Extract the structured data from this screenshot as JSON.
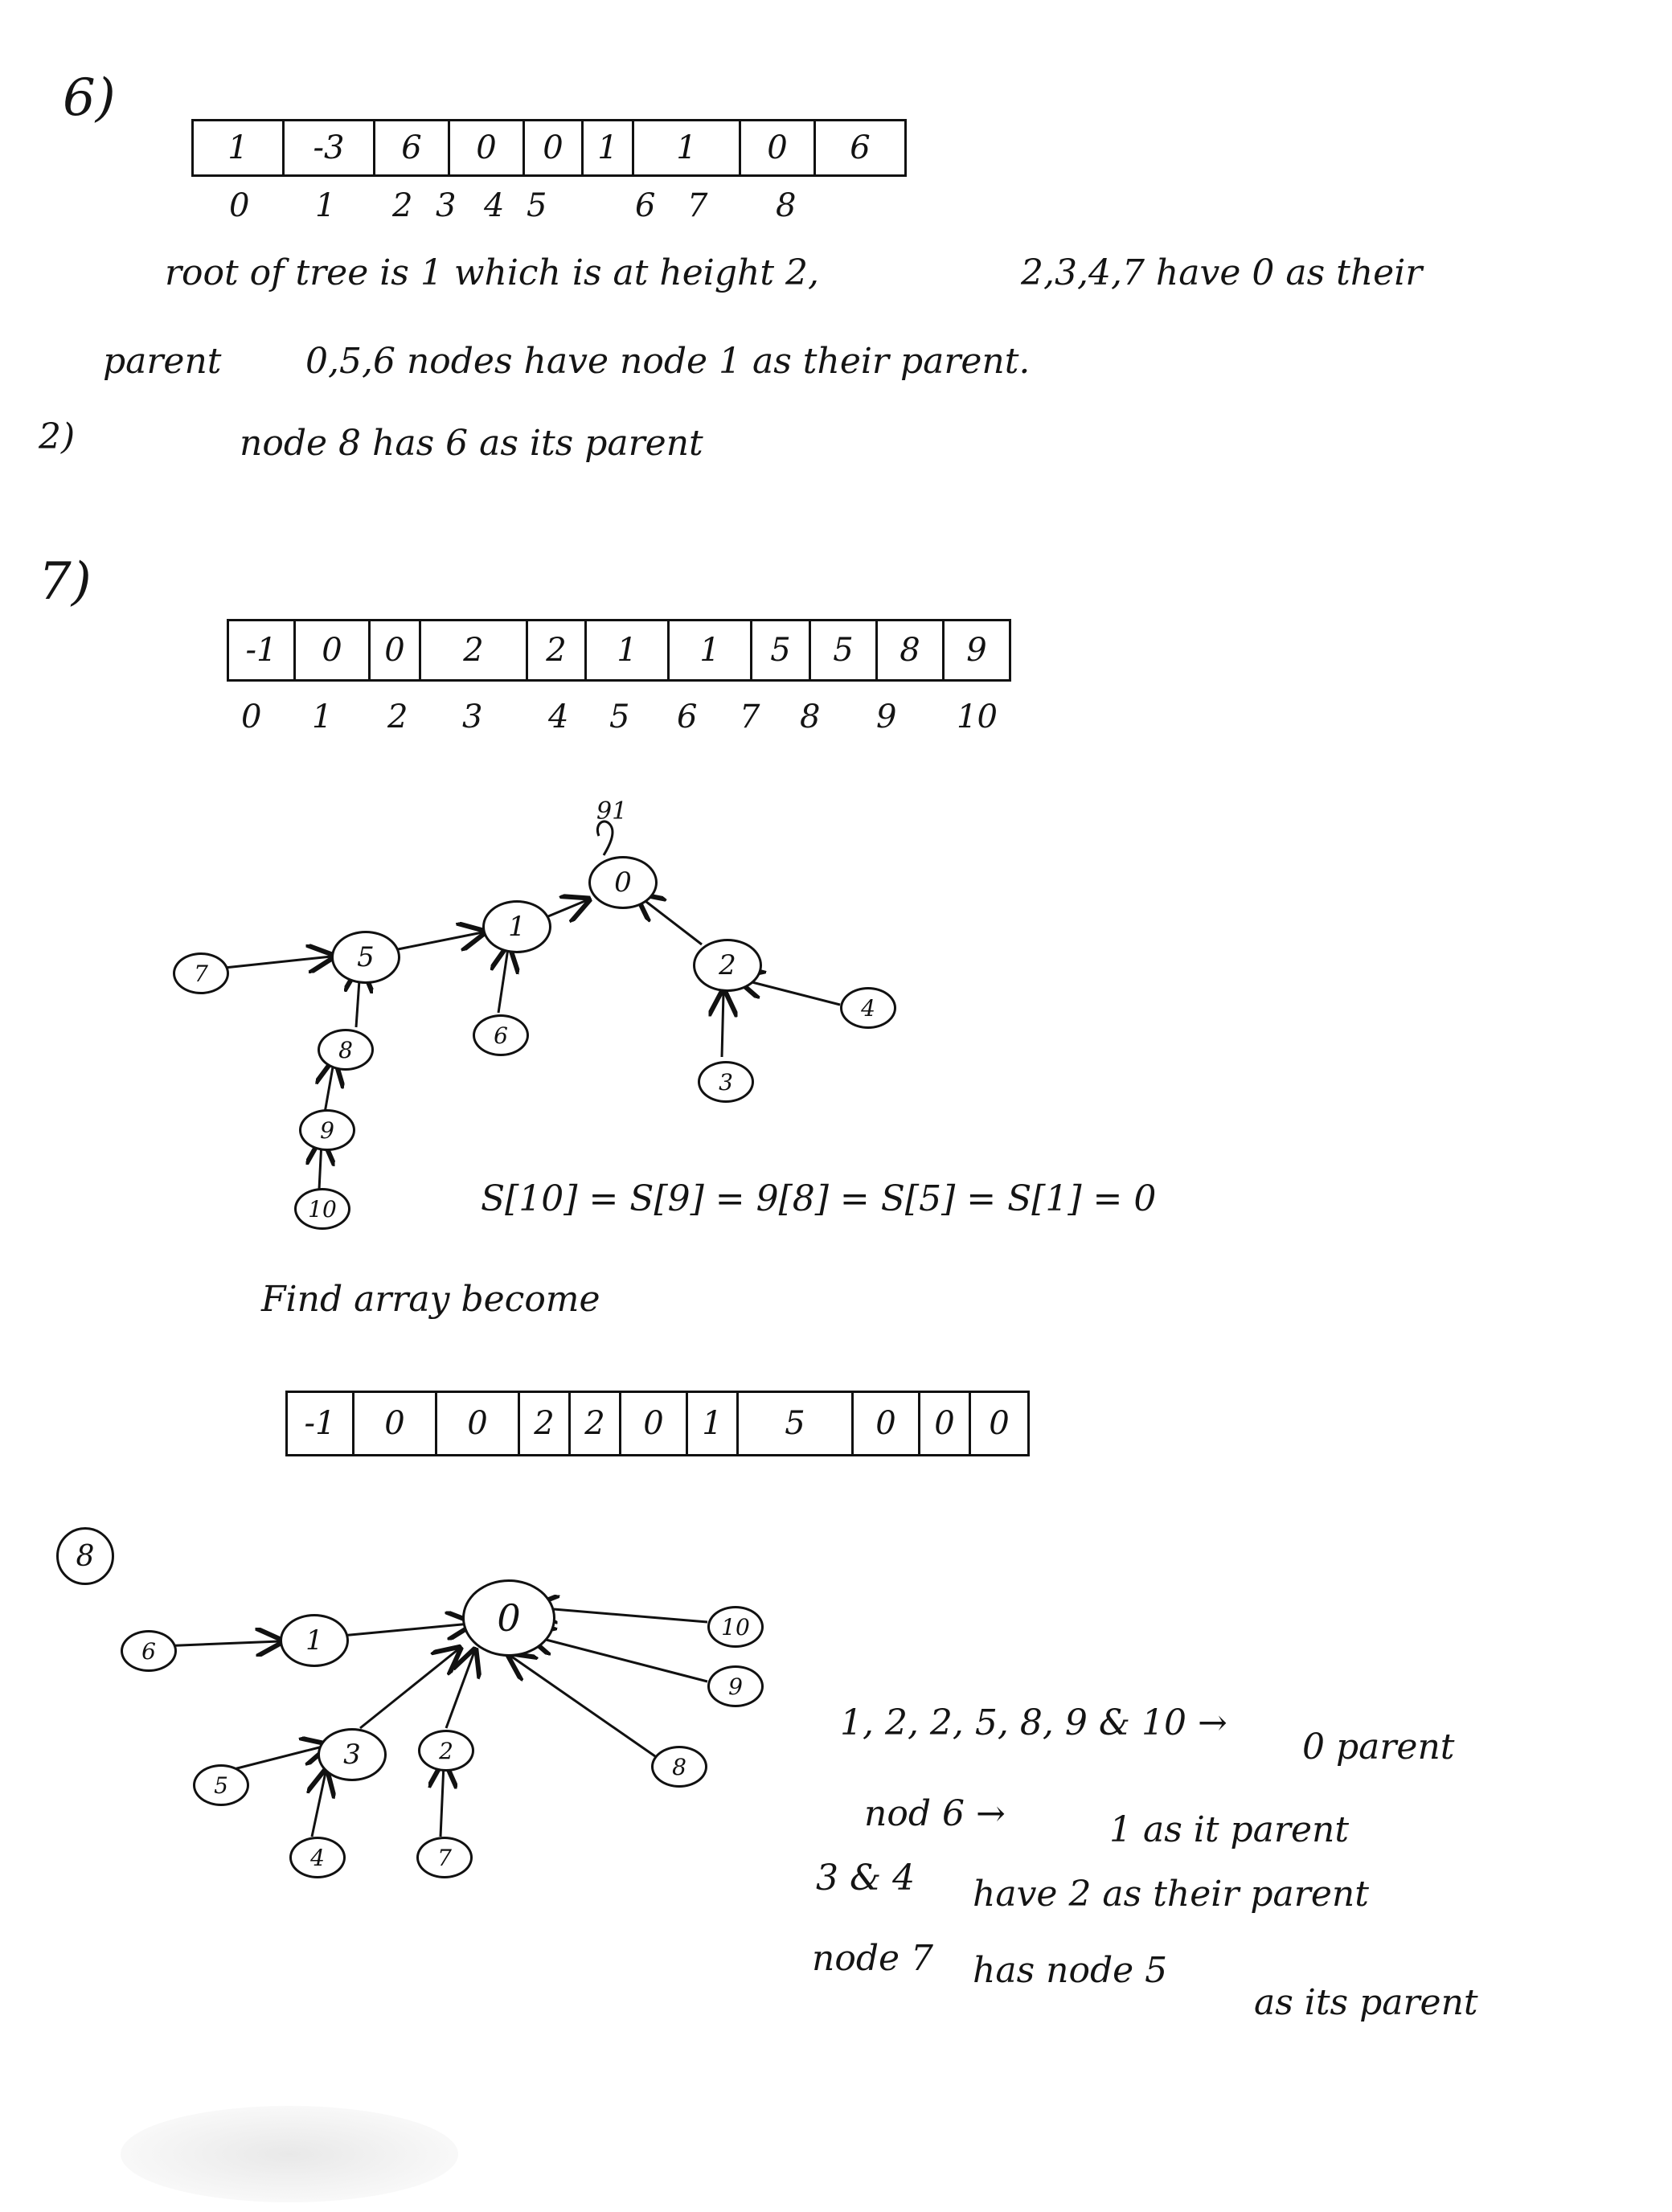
{
  "sections": {
    "s6": {
      "number": "6)",
      "array": [
        "1",
        "-3",
        "6",
        "0",
        "0",
        "1",
        "1",
        "0",
        "6"
      ],
      "indices": [
        "0",
        "1",
        "2",
        "3",
        "4",
        "5",
        "6",
        "7",
        "8"
      ],
      "line1a": "root of tree is 1 which is at height 2,",
      "line1b": "2,3,4,7 have 0 as their",
      "line2a": "parent",
      "line2b": "0,5,6 nodes have node 1 as their parent.",
      "margin_mark": "2)",
      "line3": "node 8 has 6 as its parent"
    },
    "s7": {
      "number": "7)",
      "array": [
        "-1",
        "0",
        "0",
        "2",
        "2",
        "1",
        "1",
        "5",
        "5",
        "8",
        "9"
      ],
      "indices": [
        "0",
        "1",
        "2",
        "3",
        "4",
        "5",
        "6",
        "7",
        "8",
        "9",
        "10"
      ],
      "root_mark": "91",
      "tree_nodes": [
        "0",
        "1",
        "2",
        "3",
        "4",
        "5",
        "6",
        "7",
        "8",
        "9",
        "10"
      ],
      "equation": "S[10] = S[9] = 9[8] = S[5] = S[1] = 0",
      "find_label": "Find array become",
      "final_array": [
        "-1",
        "0",
        "0",
        "2",
        "2",
        "0",
        "1",
        "5",
        "0",
        "0",
        "0"
      ]
    },
    "s8": {
      "number": "8",
      "tree_nodes": [
        "0",
        "1",
        "3",
        "5",
        "6",
        "2",
        "4",
        "7",
        "8",
        "9",
        "10"
      ],
      "note1a": "1, 2, 2, 5, 8, 9 & 10 →",
      "note1b": "0 parent",
      "note2a": "nod 6 →",
      "note2b": "1 as it parent",
      "note3a": "3 & 4",
      "note3b": "have 2 as their parent",
      "note4a": "node 7",
      "note4b": "has node 5",
      "note4c": "as its parent"
    }
  }
}
